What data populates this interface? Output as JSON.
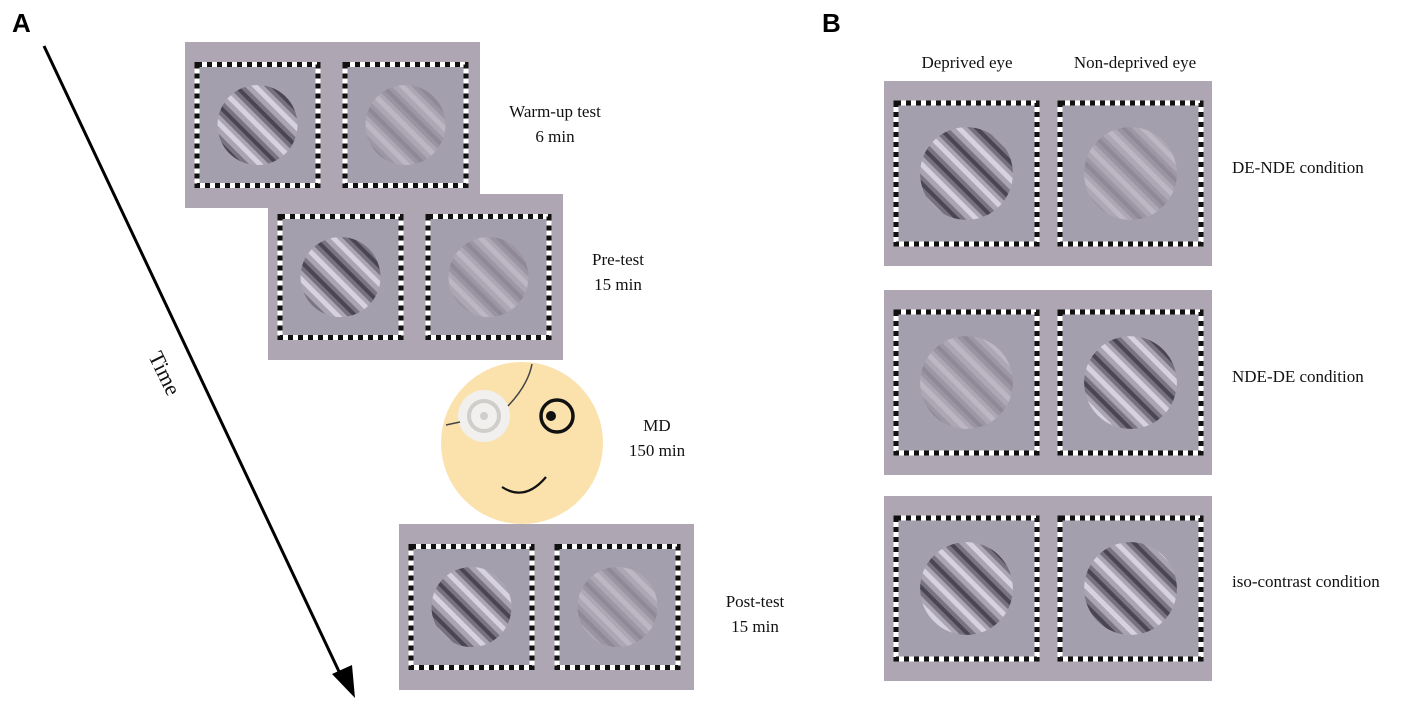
{
  "panel_a": {
    "letter": "A",
    "time_label": "Time",
    "stages": [
      {
        "name": "Warm-up test",
        "duration": "6 min",
        "left_contrast": "high",
        "right_contrast": "low"
      },
      {
        "name": "Pre-test",
        "duration": "15 min",
        "left_contrast": "high",
        "right_contrast": "low"
      },
      {
        "name": "MD",
        "duration": "150 min"
      },
      {
        "name": "Post-test",
        "duration": "15 min",
        "left_contrast": "high",
        "right_contrast": "low"
      }
    ]
  },
  "panel_b": {
    "letter": "B",
    "column_headers": [
      "Deprived eye",
      "Non-deprived eye"
    ],
    "conditions": [
      {
        "label": "DE-NDE condition",
        "left_contrast": "high",
        "right_contrast": "low"
      },
      {
        "label": "NDE-DE condition",
        "left_contrast": "low",
        "right_contrast": "high"
      },
      {
        "label": "iso-contrast condition",
        "left_contrast": "high",
        "right_contrast": "high"
      }
    ]
  },
  "colors": {
    "screen_bg": "#aea6b2",
    "face": "#fbe2ac",
    "patch_box": "#a49fac",
    "arrow": "#000000"
  }
}
